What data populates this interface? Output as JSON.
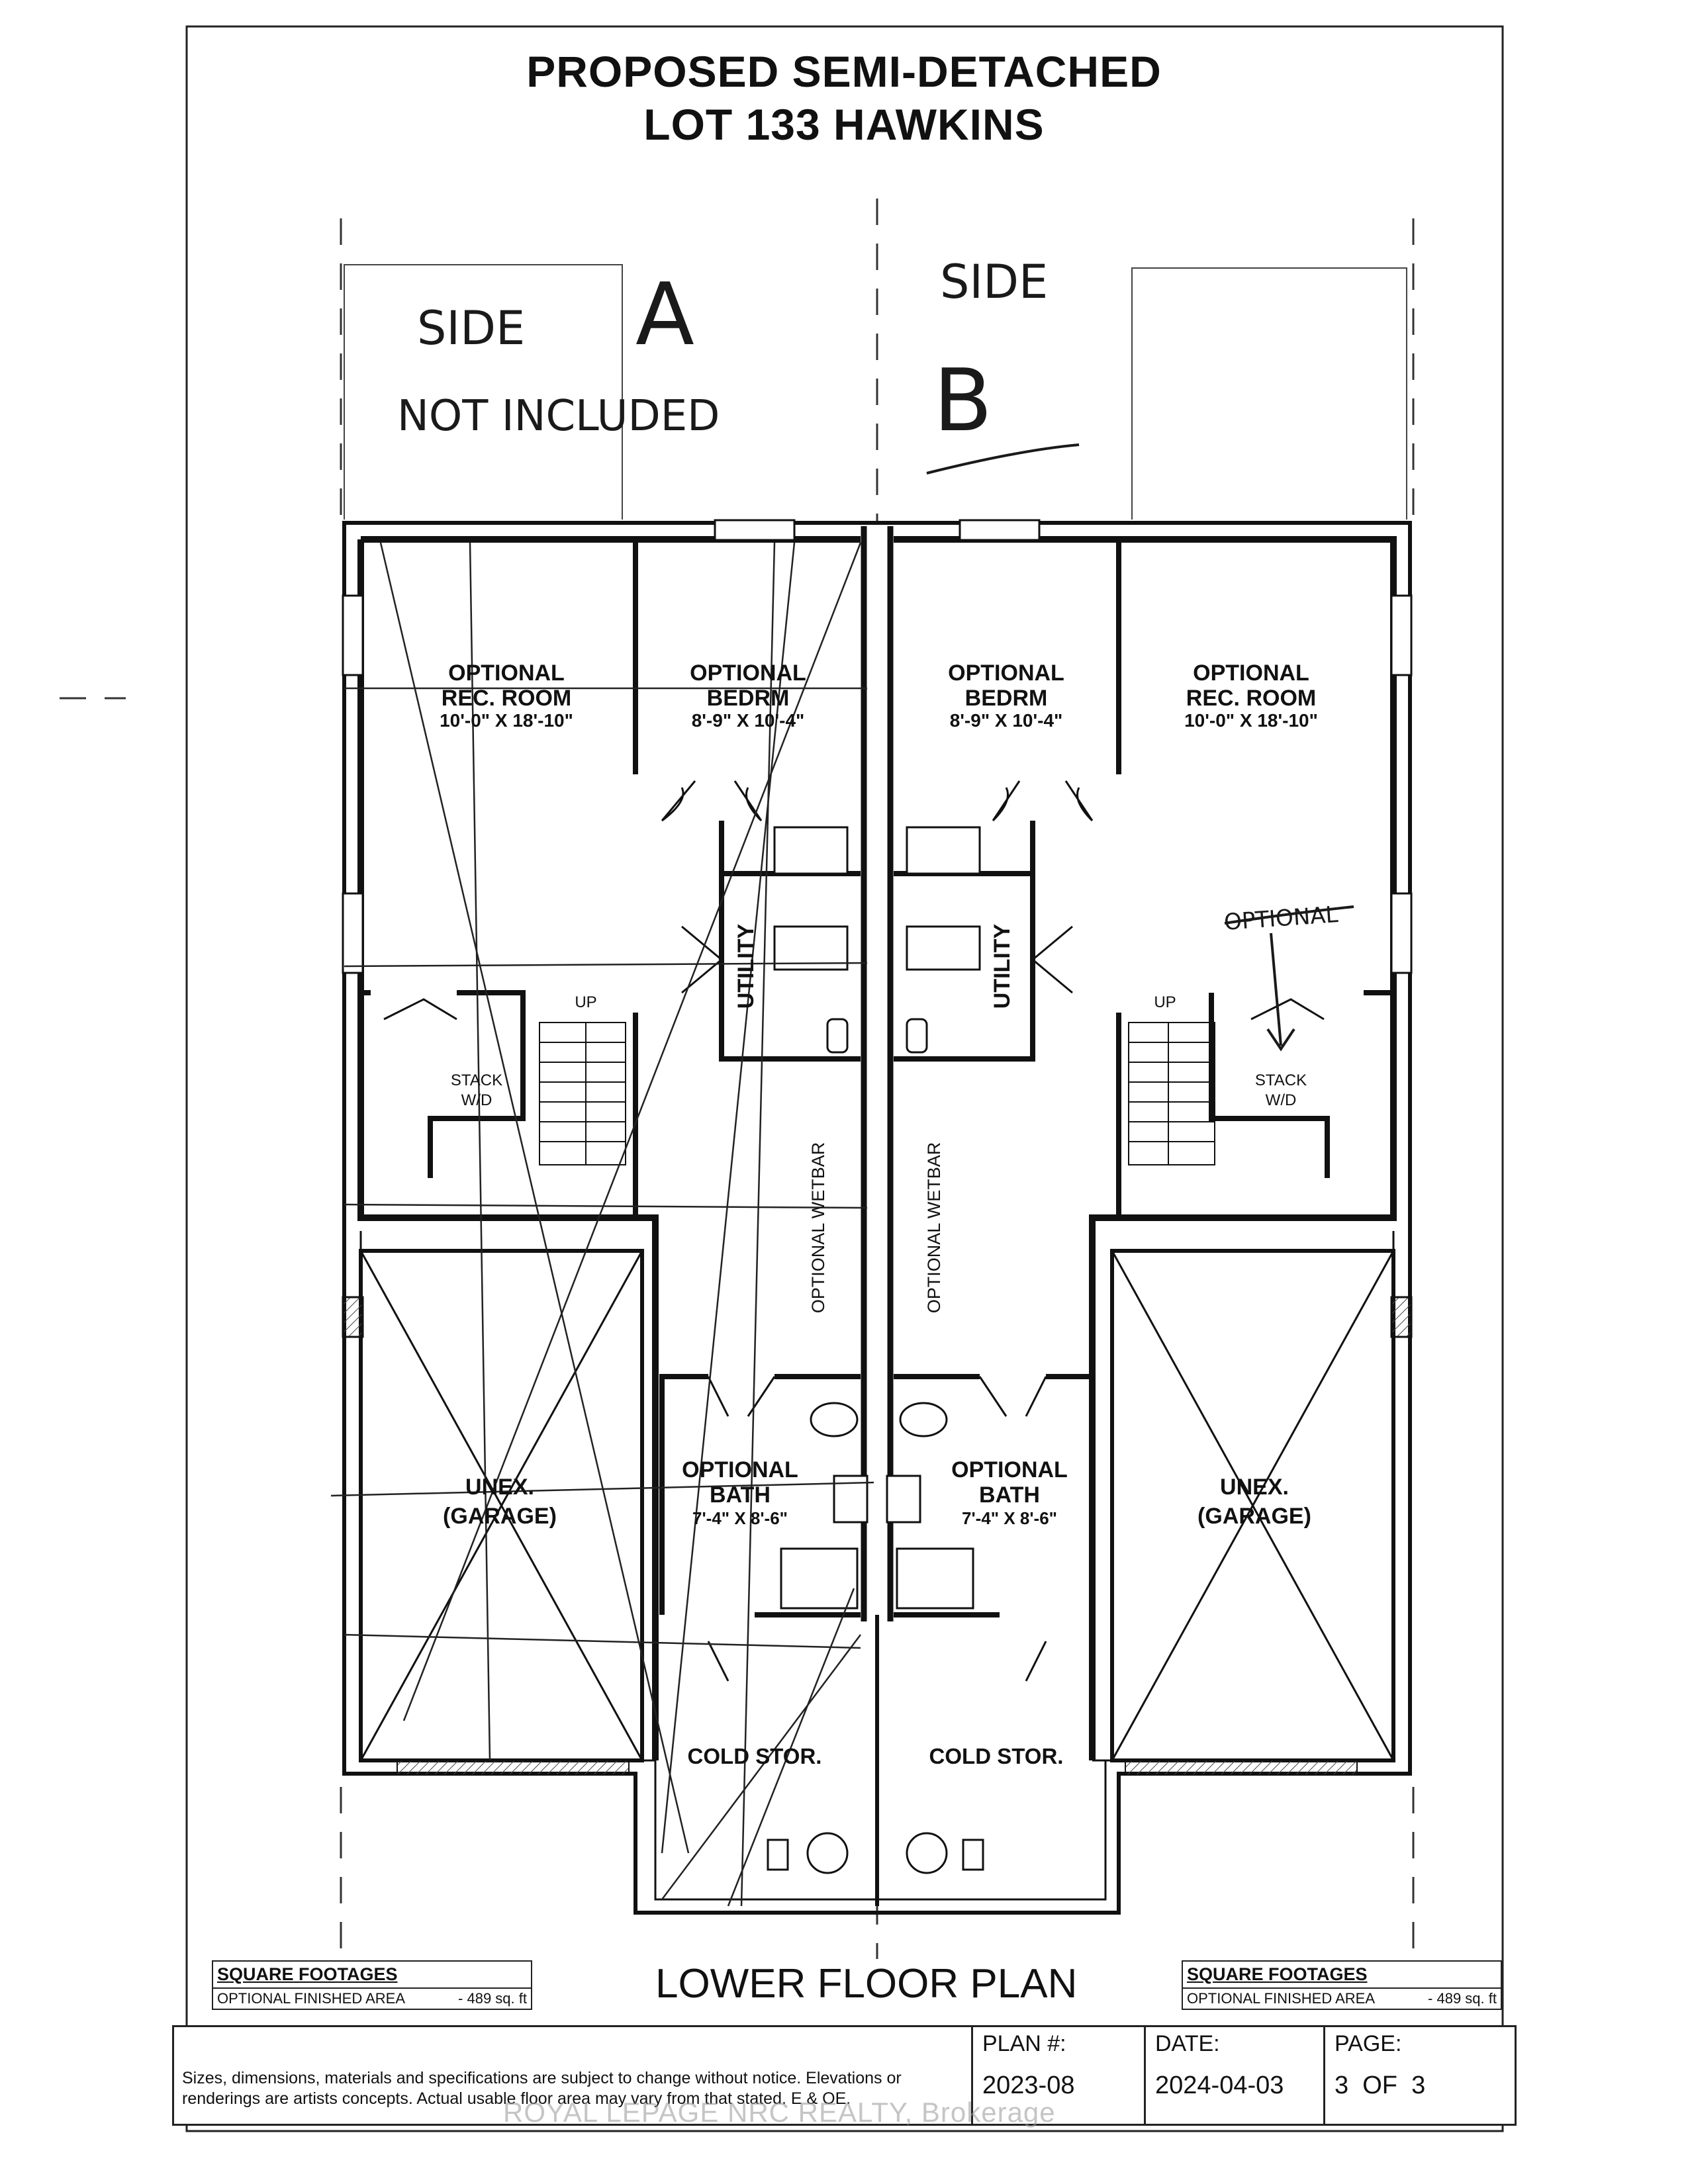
{
  "title": {
    "line1": "PROPOSED SEMI-DETACHED",
    "line2": "LOT 133 HAWKINS"
  },
  "handwritten": {
    "side_a": "SIDE",
    "side_a_letter": "A",
    "not_included": "NOT INCLUDED",
    "side_b": "SIDE",
    "side_b_letter": "B",
    "optional": "OPTIONAL"
  },
  "rooms": {
    "left_rec": [
      "OPTIONAL",
      "REC. ROOM",
      "10'-0\" X 18'-10\""
    ],
    "left_bed": [
      "OPTIONAL",
      "BEDRM",
      "8'-9\" X 10'-4\""
    ],
    "right_bed": [
      "OPTIONAL",
      "BEDRM",
      "8'-9\" X 10'-4\""
    ],
    "right_rec": [
      "OPTIONAL",
      "REC. ROOM",
      "10'-0\" X 18'-10\""
    ],
    "utility": "UTILITY",
    "up": "UP",
    "stack": [
      "STACK",
      "W/D"
    ],
    "wetbar": "OPTIONAL WETBAR",
    "garage": [
      "UNEX.",
      "(GARAGE)"
    ],
    "bath": [
      "OPTIONAL",
      "BATH",
      "7'-4\" X 8'-6\""
    ],
    "cold": "COLD STOR."
  },
  "footage_left": {
    "heading": "SQUARE FOOTAGES",
    "label": "OPTIONAL FINISHED AREA",
    "value": "- 489 sq. ft"
  },
  "footage_right": {
    "heading": "SQUARE FOOTAGES",
    "label": "OPTIONAL FINISHED AREA",
    "value": "- 489 sq. ft"
  },
  "caption": "LOWER FLOOR PLAN",
  "title_block": {
    "note": "Sizes, dimensions, materials and specifications are subject to change without notice. Elevations or renderings are artists concepts. Actual usable floor area may vary from that stated. E & OE.",
    "plan_label": "PLAN #:",
    "plan_value": "2023-08",
    "date_label": "DATE:",
    "date_value": "2024-04-03",
    "page_label": "PAGE:",
    "page_value": "3  OF  3"
  },
  "watermark": "ROYAL LEPAGE NRC REALTY, Brokerage"
}
